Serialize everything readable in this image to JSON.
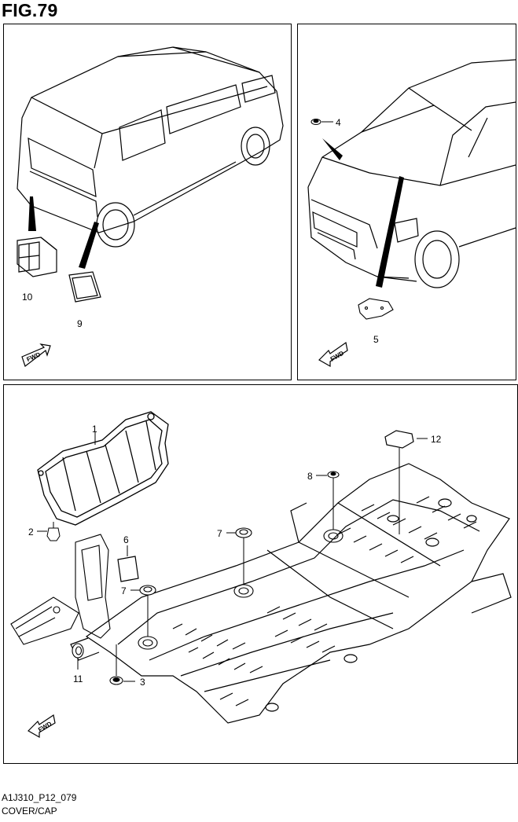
{
  "figure": {
    "title": "FIG.79"
  },
  "footer": {
    "code": "A1J310_P12_079",
    "title": "COVER/CAP"
  },
  "fwd_badge": "FWD",
  "callouts": {
    "p1": "1",
    "p2": "2",
    "p3": "3",
    "p4": "4",
    "p5": "5",
    "p6": "6",
    "p7a": "7",
    "p7b": "7",
    "p8": "8",
    "p9": "9",
    "p10": "10",
    "p11": "11",
    "p12": "12"
  }
}
